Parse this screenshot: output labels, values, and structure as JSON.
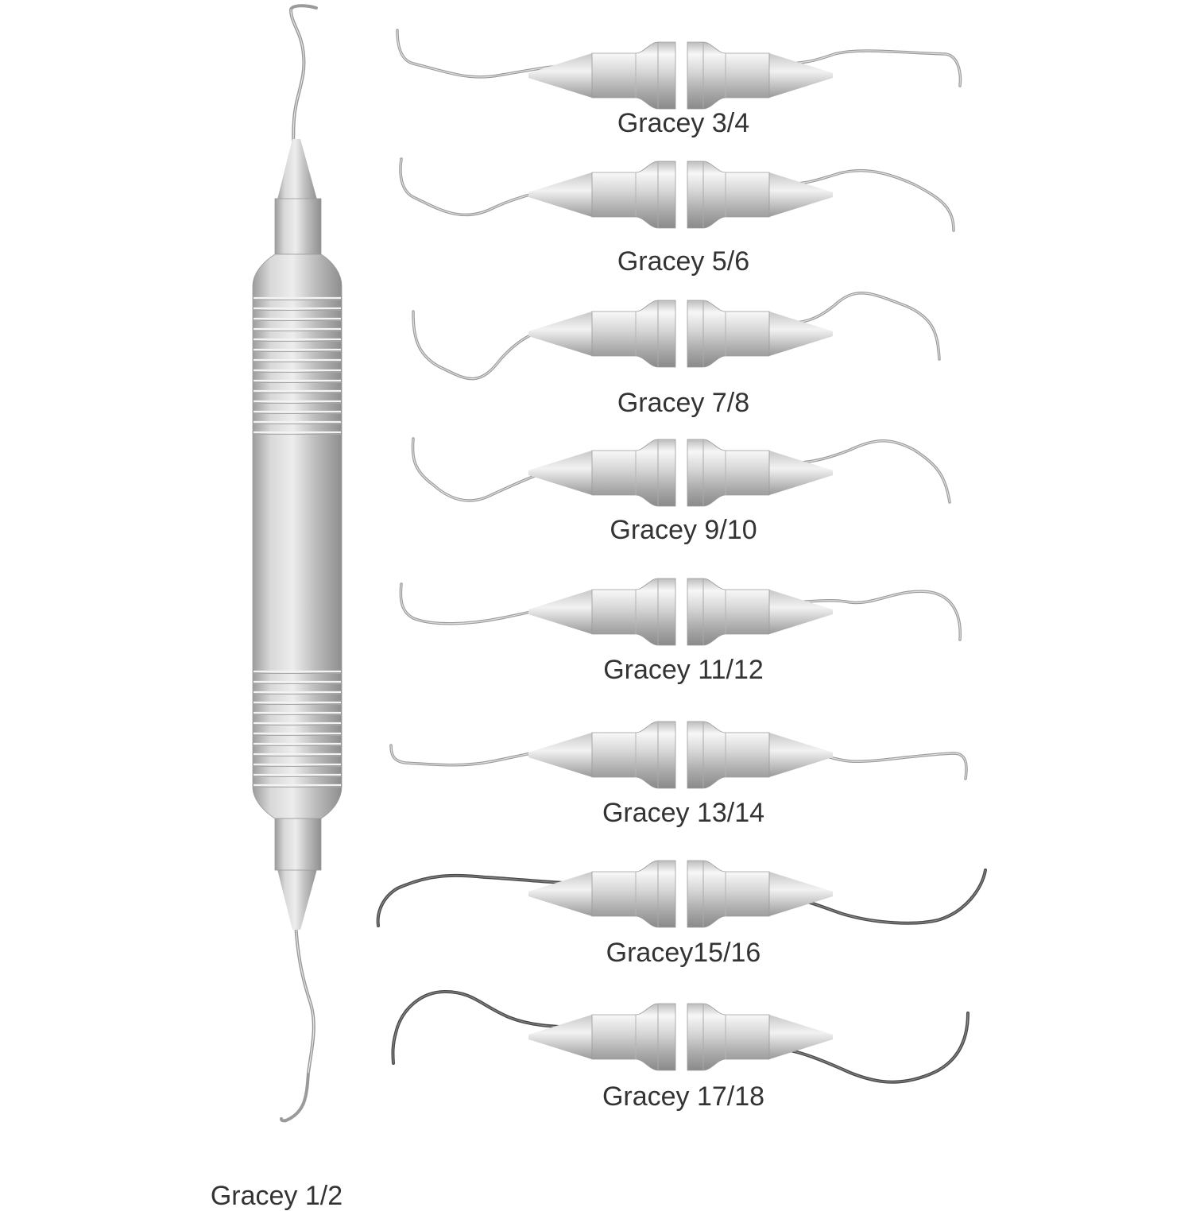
{
  "background": "#ffffff",
  "label_color": "#333333",
  "metal": {
    "light": "#f4f4f4",
    "mid": "#c9c9c9",
    "dark": "#8e8e8e",
    "wire": "#9a9a9a",
    "wire_dark": "#4a4a4a"
  },
  "instruments": [
    {
      "label": "Gracey 1/2",
      "orientation": "vertical",
      "finish": "satin"
    },
    {
      "label": "Gracey 3/4",
      "orientation": "horizontal",
      "finish": "satin"
    },
    {
      "label": "Gracey 5/6",
      "orientation": "horizontal",
      "finish": "satin"
    },
    {
      "label": "Gracey 7/8",
      "orientation": "horizontal",
      "finish": "satin"
    },
    {
      "label": "Gracey 9/10",
      "orientation": "horizontal",
      "finish": "satin"
    },
    {
      "label": "Gracey 11/12",
      "orientation": "horizontal",
      "finish": "satin"
    },
    {
      "label": "Gracey 13/14",
      "orientation": "horizontal",
      "finish": "satin"
    },
    {
      "label": "Gracey15/16",
      "orientation": "horizontal",
      "finish": "dark"
    },
    {
      "label": "Gracey 17/18",
      "orientation": "horizontal",
      "finish": "dark"
    }
  ]
}
